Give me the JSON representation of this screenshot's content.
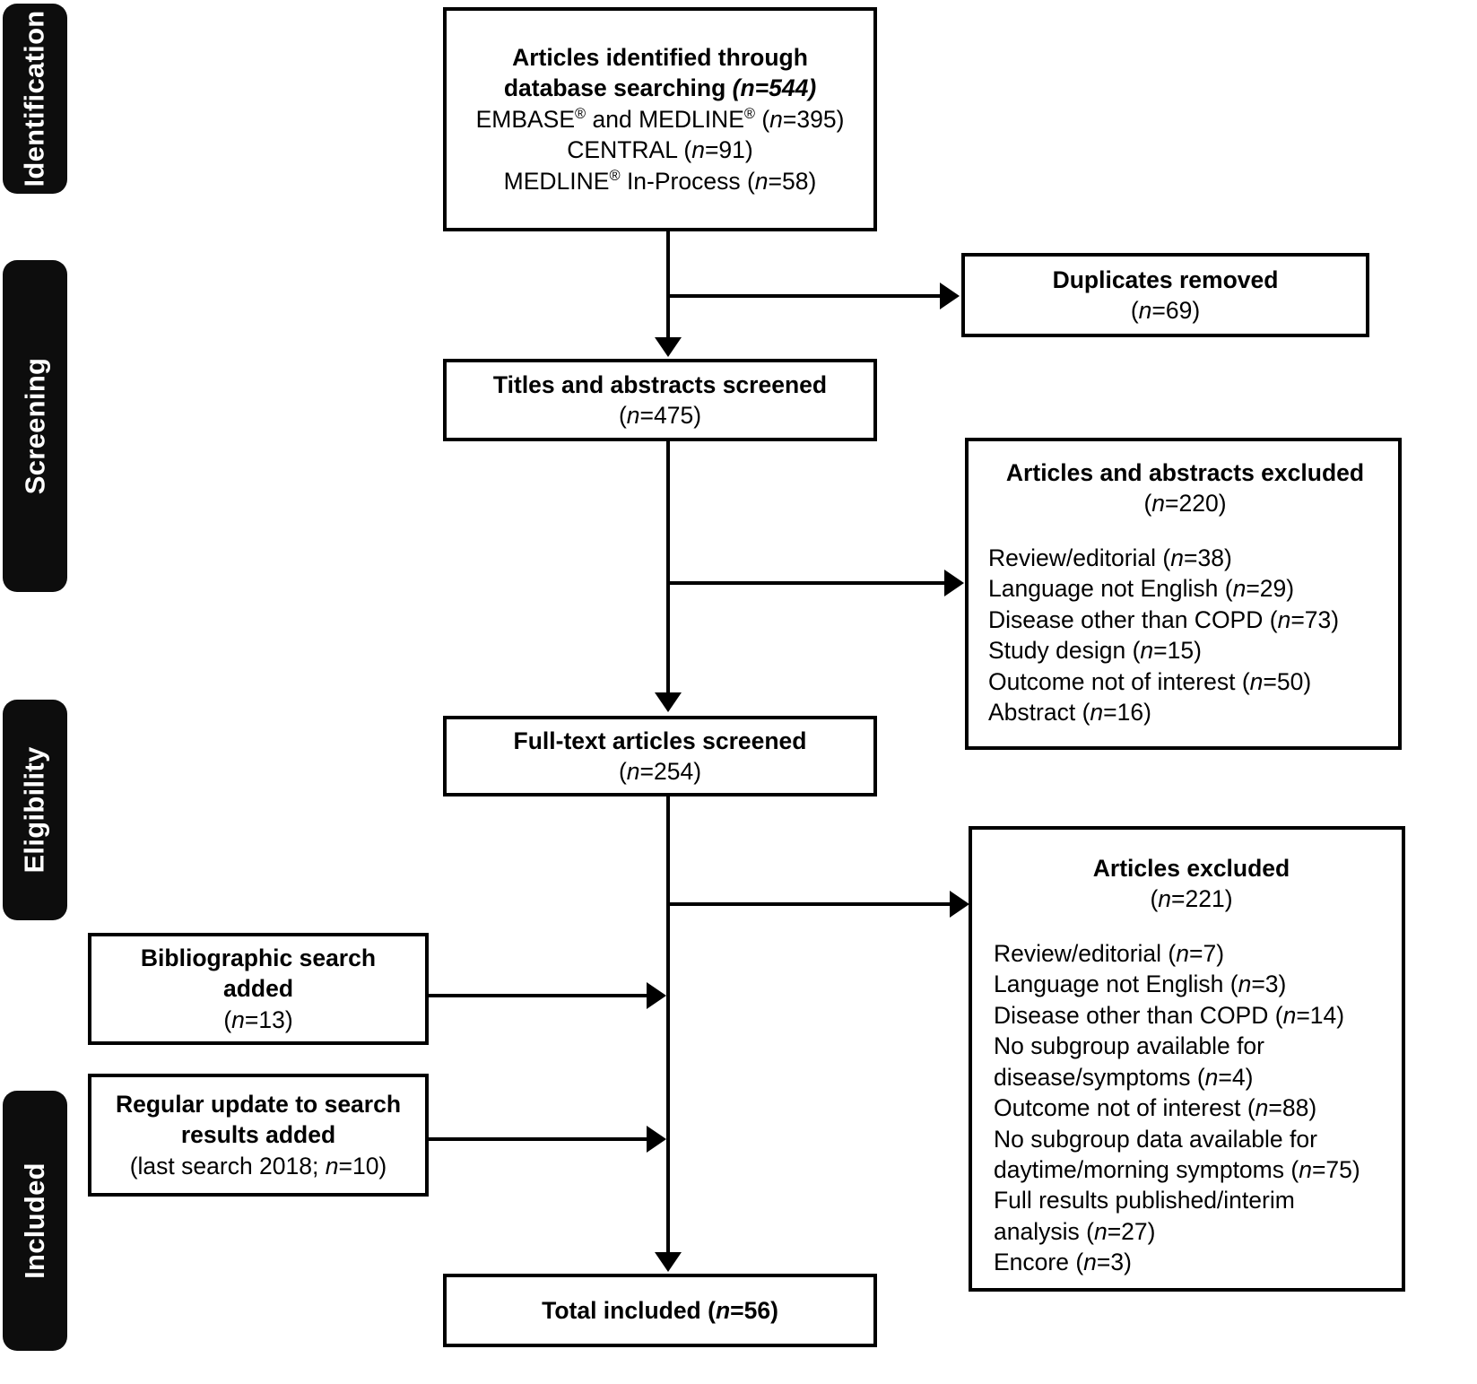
{
  "diagram": {
    "type": "prisma-flow-diagram",
    "title": "PRISMA study selection flow diagram"
  },
  "phases": [
    {
      "id": "identification",
      "label": "Identification"
    },
    {
      "id": "screening",
      "label": "Screening"
    },
    {
      "id": "eligibility",
      "label": "Eligibility"
    },
    {
      "id": "included",
      "label": "Included"
    }
  ],
  "boxes": {
    "identified": {
      "name": "articles-identified-box",
      "heading_line1": "Articles identified through",
      "heading_line2_text": "database searching ",
      "heading_line2_count": "(n=544)",
      "sources": [
        {
          "label_pre": "EMBASE",
          "reg1": "®",
          "label_mid": " and MEDLINE",
          "reg2": "®",
          "count": " (n=395)"
        },
        {
          "label": "CENTRAL ",
          "count": "(n=91)"
        },
        {
          "label_pre": "MEDLINE",
          "reg1": "®",
          "label_mid": " In-Process ",
          "count": "(n=58)"
        }
      ]
    },
    "duplicates": {
      "name": "duplicates-removed-box",
      "heading": "Duplicates removed",
      "count": "(n=69)"
    },
    "titles_screened": {
      "name": "titles-abstracts-screened-box",
      "heading": "Titles and abstracts screened",
      "count": "(n=475)"
    },
    "abstracts_excluded": {
      "name": "articles-abstracts-excluded-box",
      "heading": "Articles and abstracts excluded",
      "count": "(n=220)",
      "reasons": [
        {
          "label": "Review/editorial ",
          "count": "(n=38)"
        },
        {
          "label": "Language not English ",
          "count": "(n=29)"
        },
        {
          "label": "Disease other than COPD ",
          "count": "(n=73)"
        },
        {
          "label": "Study design ",
          "count": "(n=15)"
        },
        {
          "label": "Outcome not of interest ",
          "count": "(n=50)"
        },
        {
          "label": "Abstract ",
          "count": "(n=16)"
        }
      ]
    },
    "fulltext_screened": {
      "name": "full-text-articles-screened-box",
      "heading": "Full-text articles screened",
      "count": "(n=254)"
    },
    "articles_excluded": {
      "name": "articles-excluded-box",
      "heading": "Articles excluded",
      "count": "(n=221)",
      "reasons": [
        {
          "label": "Review/editorial ",
          "count": "(n=7)"
        },
        {
          "label": "Language not English ",
          "count": "(n=3)"
        },
        {
          "label": "Disease other than COPD ",
          "count": "(n=14)"
        },
        {
          "label": "No subgroup available for",
          "count": ""
        },
        {
          "label": "disease/symptoms ",
          "count": "(n=4)"
        },
        {
          "label": "Outcome not of interest ",
          "count": "(n=88)"
        },
        {
          "label": "No subgroup data available for",
          "count": ""
        },
        {
          "label": "daytime/morning symptoms ",
          "count": "(n=75)"
        },
        {
          "label": "Full results published/interim",
          "count": ""
        },
        {
          "label": "analysis ",
          "count": "(n=27)"
        },
        {
          "label": "Encore ",
          "count": "(n=3)"
        }
      ]
    },
    "bibliographic": {
      "name": "bibliographic-search-added-box",
      "heading_line1": "Bibliographic search",
      "heading_line2": "added",
      "count": "(n=13)"
    },
    "regular_update": {
      "name": "regular-update-box",
      "heading_line1": "Regular update to search",
      "heading_line2": "results added",
      "count": "(last search 2018; n=10)"
    },
    "total_included": {
      "name": "total-included-box",
      "heading": "Total included ",
      "count": "(n=56)"
    }
  }
}
